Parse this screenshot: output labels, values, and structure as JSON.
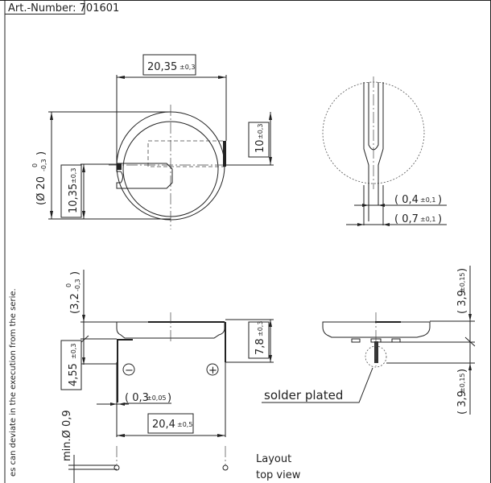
{
  "art_number": "Art.-Number: 701601",
  "side_note": "es can deviate in the execution from the serie.",
  "top_view": {
    "width_dim": "20,35",
    "width_tol": "±0,3",
    "diameter_dim": "(Ø 20",
    "diameter_tol_upper": "0",
    "diameter_tol_lower": "-0,3",
    "diameter_close": ")",
    "tab_dim": "10,35",
    "tab_tol": "±0,3",
    "right_dim": "10",
    "right_tol": "±0,3"
  },
  "detail": {
    "dim1": "( 0,4",
    "dim1_tol": "±0,1",
    "dim1_close": ")",
    "dim2": "( 0,7",
    "dim2_tol": "±0,1",
    "dim2_close": ")"
  },
  "side_view": {
    "height_dim": "(3,2",
    "height_tol_upper": "0",
    "height_tol_lower": "-0,3",
    "height_close": ")",
    "lead_dim": "4,55",
    "lead_tol": "±0,3",
    "right_dim": "7,8",
    "right_tol": "±0,3",
    "thickness_dim": "( 0,3",
    "thickness_tol": "±0,05",
    "thickness_close": ")",
    "pitch_dim": "20,4",
    "pitch_tol": "±0,5",
    "minus": "−",
    "plus": "+",
    "hole_dim": "min.Ø 0,9"
  },
  "front_view": {
    "top_dim": "( 3,9",
    "top_tol": "±0,15",
    "top_close": ")",
    "bottom_dim": "( 3,9",
    "bottom_tol": "±0,15",
    "bottom_close": ")",
    "solder_label": "solder plated"
  },
  "layout": {
    "line1": "Layout",
    "line2": "top view"
  }
}
